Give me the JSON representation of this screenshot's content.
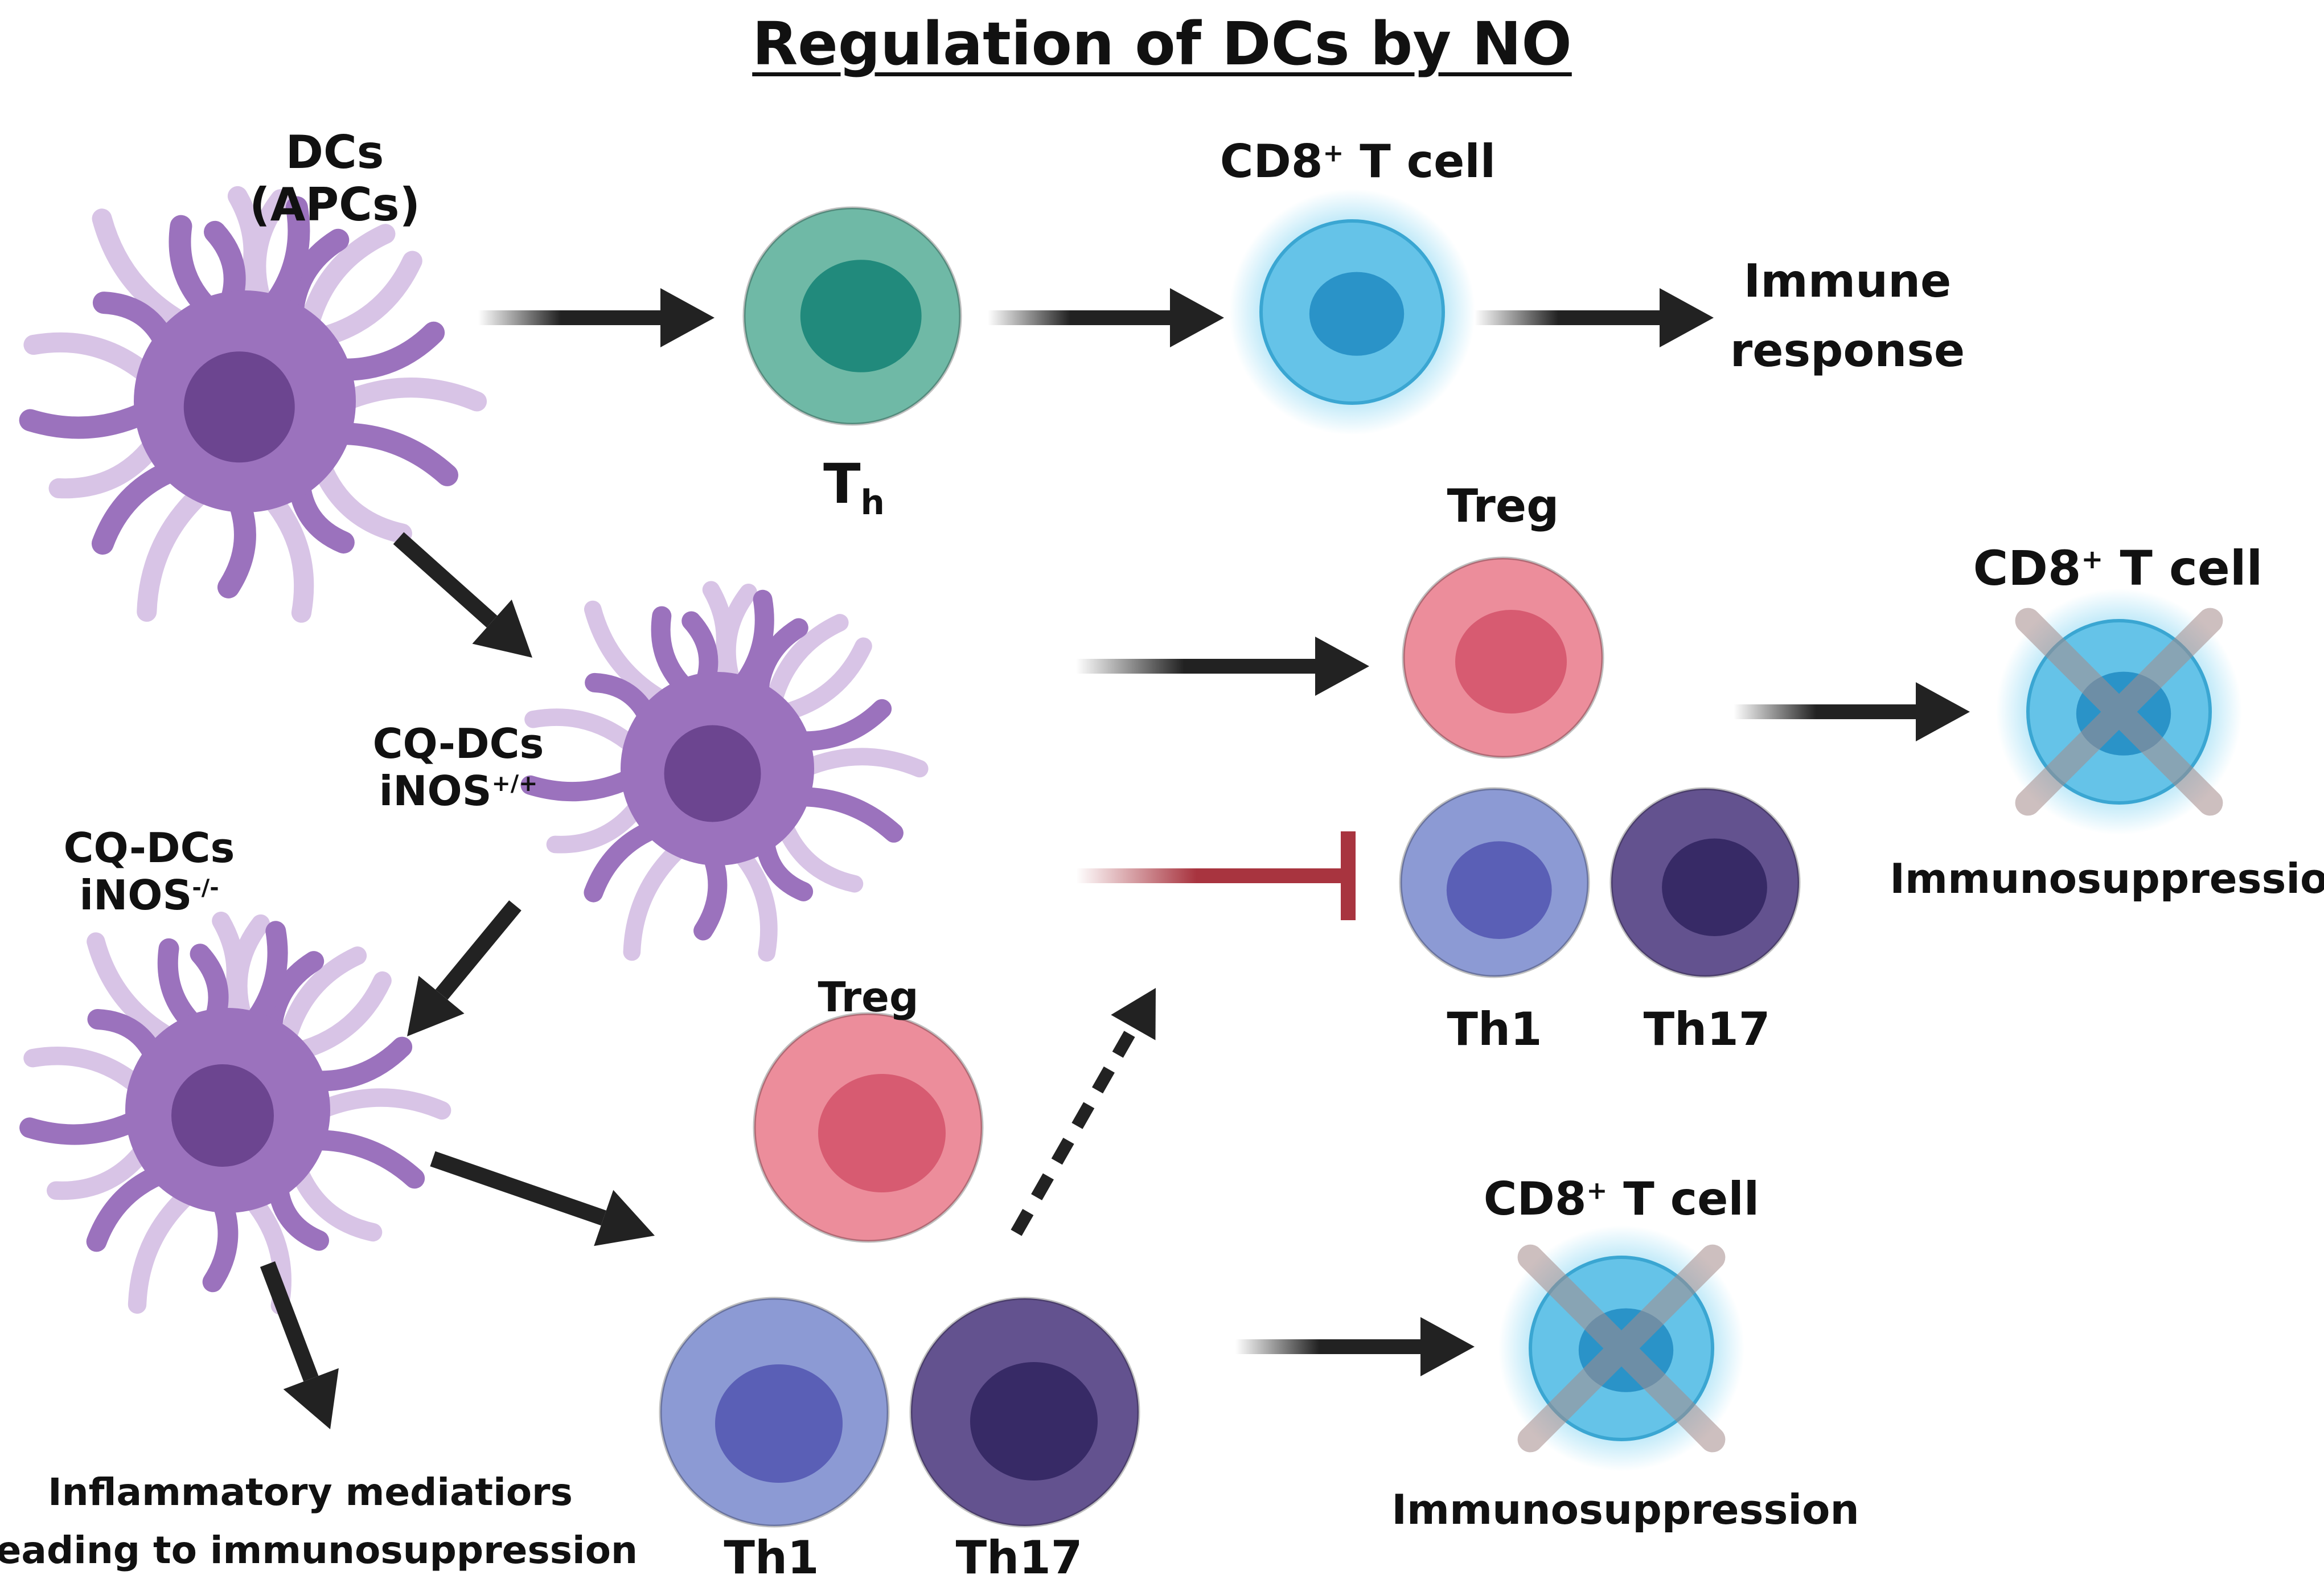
{
  "title": "Regulation of DCs by NO",
  "labels": {
    "dcs_line1": "DCs",
    "dcs_line2": "(APCs)",
    "th_main": "T",
    "th_sub": "h",
    "cd8_top_pre": "CD8",
    "cd8_top_sup": "+",
    "cd8_top_post": " T cell",
    "immune_line1": "Immune",
    "immune_line2": "response",
    "treg_mid": "Treg",
    "cd8_right_pre": "CD8",
    "cd8_right_sup": "+",
    "cd8_right_post": " T cell",
    "immunosuppression_right": "Immunosuppression",
    "cqdc_pos_line1": "CQ-DCs",
    "cqdc_pos_line2_pre": "iNOS",
    "cqdc_pos_line2_sup": "+/+",
    "cqdc_neg_line1": "CQ-DCs",
    "cqdc_neg_line2_pre": "iNOS",
    "cqdc_neg_line2_sup": "-/-",
    "th1_mid": "Th1",
    "th17_mid": "Th17",
    "treg_low": "Treg",
    "cd8_low_pre": "CD8",
    "cd8_low_sup": "+",
    "cd8_low_post": " T cell",
    "immunosuppression_low": "Immunosuppression",
    "inflammatory_line1": "Inflammatory mediatiors",
    "inflammatory_line2": "leading to immunosuppression",
    "th1_low": "Th1",
    "th17_low": "Th17"
  },
  "colors": {
    "dc_body": "#9b72bd",
    "dc_arm_light": "#d8c4e6",
    "dc_nucleus": "#6c4590",
    "th_outer": "#6fb9a6",
    "th_nucleus": "#218a7c",
    "cd8_outer": "#65c3e8",
    "cd8_nucleus": "#2a93c8",
    "treg_outer": "#ec8d9b",
    "treg_nucleus": "#d75b71",
    "th1_outer": "#8c9ad4",
    "th1_nucleus": "#5a5fb6",
    "th17_outer": "#63528f",
    "th17_nucleus": "#372a66",
    "arrow": "#222222",
    "inhibit": "#a8343f"
  },
  "icons": [
    "dendritic-cell-icon",
    "t-cell-icon",
    "arrow-icon",
    "inhibition-icon",
    "cross-icon"
  ]
}
